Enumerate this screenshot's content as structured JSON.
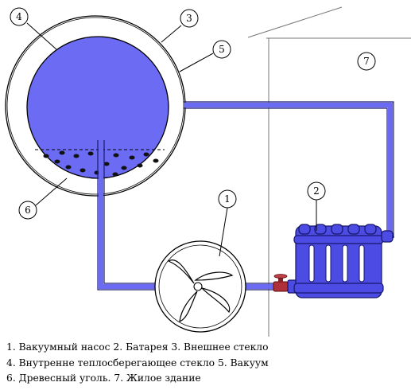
{
  "diagram": {
    "callouts": {
      "pump": "1",
      "battery": "2",
      "outer_glass": "3",
      "inner_glass": "4",
      "vacuum": "5",
      "charcoal": "6",
      "building": "7"
    },
    "colors": {
      "pipe_fill": "#6a6af2",
      "pipe_stroke": "#1a1a6e",
      "inner_sphere": "#6b6bf4",
      "outline": "#000000",
      "valve": "#b0303a"
    }
  },
  "legend": {
    "line1": "1. Вакуумный насос 2. Батарея 3. Внешнее стекло",
    "line2": "4. Внутренне теплосберегающее стекло 5. Вакуум",
    "line3": "6. Древесный уголь. 7. Жилое здание"
  }
}
